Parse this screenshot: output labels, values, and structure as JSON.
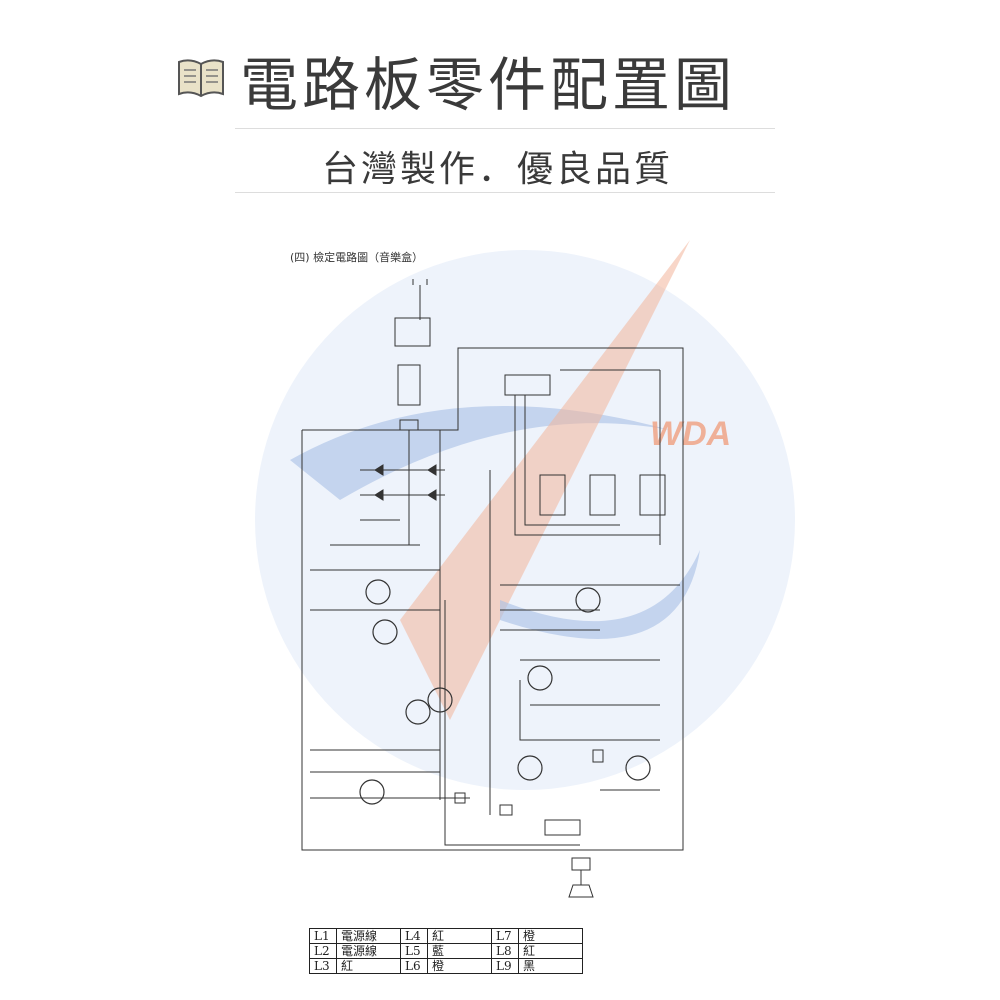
{
  "header": {
    "title": "電路板零件配置圖",
    "subtitle": "台灣製作．優良品質",
    "icon": "book-icon"
  },
  "diagram": {
    "caption": "(四) 檢定電路圖（音樂盒）"
  },
  "watermark": {
    "text": "WDA",
    "colors": {
      "blue": "#4a78c8",
      "red": "#e0643c"
    }
  },
  "legend_table": {
    "rows": [
      [
        {
          "key": "L1",
          "value": "電源線"
        },
        {
          "key": "L4",
          "value": "紅"
        },
        {
          "key": "L7",
          "value": "橙"
        }
      ],
      [
        {
          "key": "L2",
          "value": "電源線"
        },
        {
          "key": "L5",
          "value": "藍"
        },
        {
          "key": "L8",
          "value": "紅"
        }
      ],
      [
        {
          "key": "L3",
          "value": "紅"
        },
        {
          "key": "L6",
          "value": "橙"
        },
        {
          "key": "L9",
          "value": "黑"
        }
      ]
    ]
  }
}
